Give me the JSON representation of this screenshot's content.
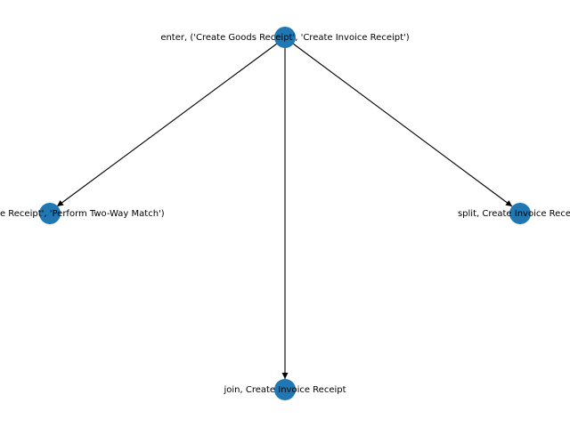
{
  "graph": {
    "node_color": "#1f77b4",
    "edge_color": "#000000",
    "nodes": {
      "root": "enter, ('Create Goods Receipt', 'Create Invoice Receipt')",
      "left": "('Create Invoice Receipt', 'Perform Two-Way Match')",
      "bottom": "join, Create Invoice Receipt",
      "right": "split, Create Invoice Receipt"
    },
    "edges": [
      {
        "from": "root",
        "to": "left"
      },
      {
        "from": "root",
        "to": "bottom"
      },
      {
        "from": "root",
        "to": "right"
      }
    ]
  }
}
